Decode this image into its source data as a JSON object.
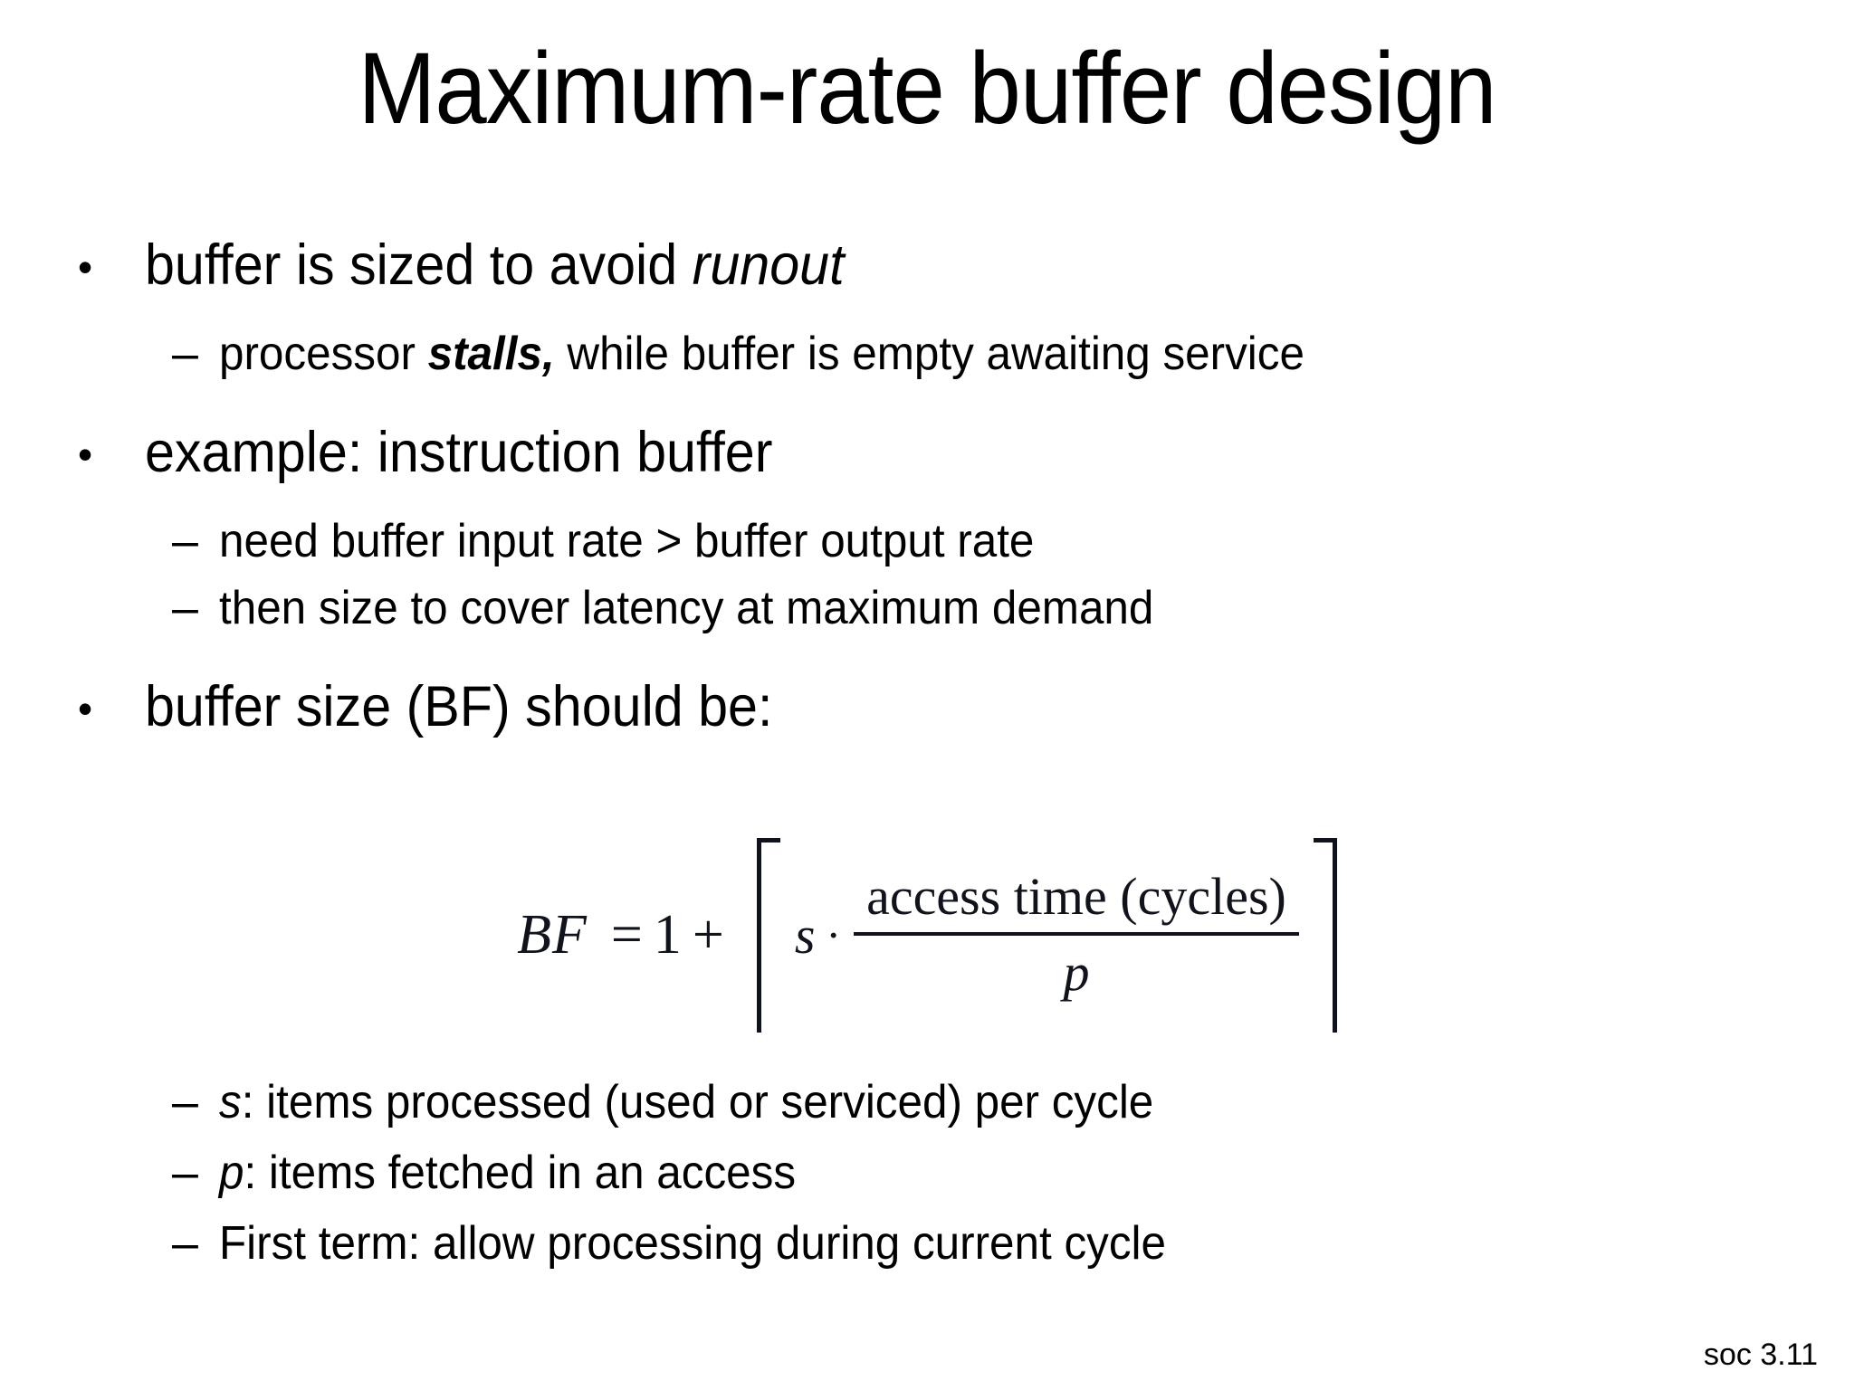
{
  "slide": {
    "title": "Maximum-rate buffer design",
    "footer": "soc 3.11",
    "bullet_marker": "•",
    "sub_marker": "–",
    "bullets": [
      {
        "level": 1,
        "text_plain": "buffer is sized to avoid runout",
        "lead": "buffer is sized to avoid ",
        "italic": "runout",
        "tail": ""
      },
      {
        "level": 2,
        "text_plain": "processor stalls, while buffer is empty awaiting service",
        "lead": "processor ",
        "bold_italic": "stalls,",
        "tail": " while buffer is empty awaiting service"
      },
      {
        "level": 1,
        "text_plain": "example: instruction buffer"
      },
      {
        "level": 2,
        "text_plain": "need buffer input rate > buffer output rate"
      },
      {
        "level": 2,
        "text_plain": "then size to cover latency at maximum demand"
      },
      {
        "level": 1,
        "text_plain": "buffer size (BF) should be:"
      }
    ],
    "formula": {
      "latex": "BF = 1 + \\lceil s \\cdot \\frac{\\text{access time (cycles)}}{p} \\rceil",
      "lhs": "BF",
      "equals": "=",
      "one": "1",
      "plus": "+",
      "svar": "s",
      "cdot": "·",
      "numerator": "access time (cycles)",
      "denominator": "p",
      "bracket": "ceiling"
    },
    "lower_bullets": [
      {
        "level": 2,
        "text_plain": "s: items processed (used or serviced) per cycle",
        "italic": "s",
        "tail": ": items processed (used or serviced) per cycle"
      },
      {
        "level": 2,
        "text_plain": "p: items fetched in an access",
        "italic": "p",
        "tail": ": items fetched in an access"
      },
      {
        "level": 2,
        "text_plain": "First term: allow processing during current cycle",
        "italic": "",
        "tail": "First term: allow processing during current cycle"
      }
    ]
  },
  "colors": {
    "background": "#ffffff",
    "text": "#000000",
    "formula_text": "#11131c"
  }
}
